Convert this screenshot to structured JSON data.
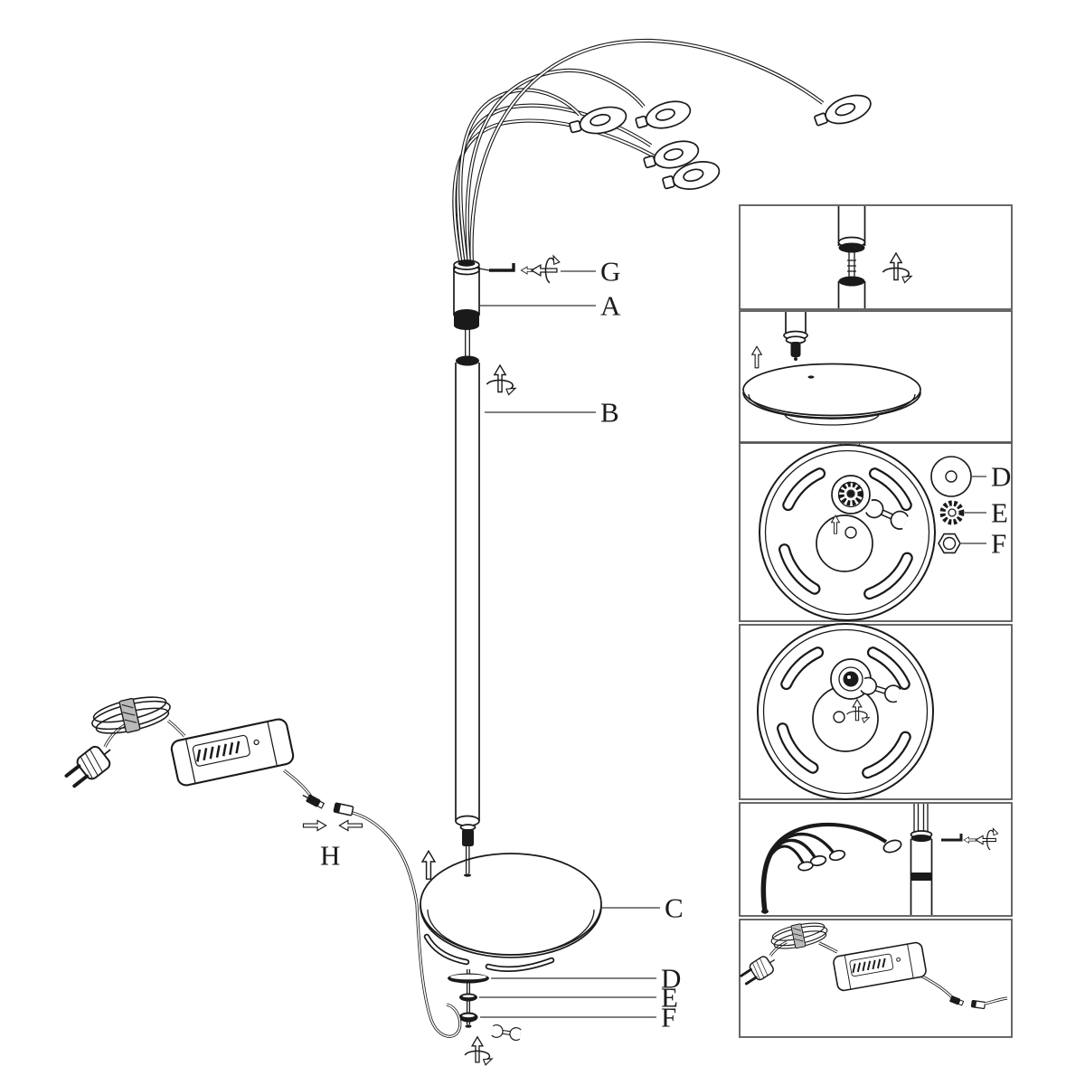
{
  "figure": {
    "kind": "assembly-instruction-diagram",
    "product": "arc floor lamp with five disc-shaped heads",
    "panel_count": 6
  },
  "colors": {
    "ink": "#1a1a1a",
    "leader_line": "#6e6e6e",
    "panel_border": "#58585a",
    "background": "#ffffff"
  },
  "callouts": {
    "g": "G",
    "a": "A",
    "b": "B",
    "c": "C",
    "d": "D",
    "e": "E",
    "f": "F",
    "h": "H"
  },
  "panel_callouts": {
    "d": "D",
    "e": "E",
    "f": "F"
  },
  "icons": [
    "rotate-icon",
    "arrow-icon",
    "hex-key-icon",
    "wrench-icon",
    "plug-icon",
    "driver-box",
    "cord-coil",
    "washer",
    "star-washer",
    "hex-nut"
  ]
}
